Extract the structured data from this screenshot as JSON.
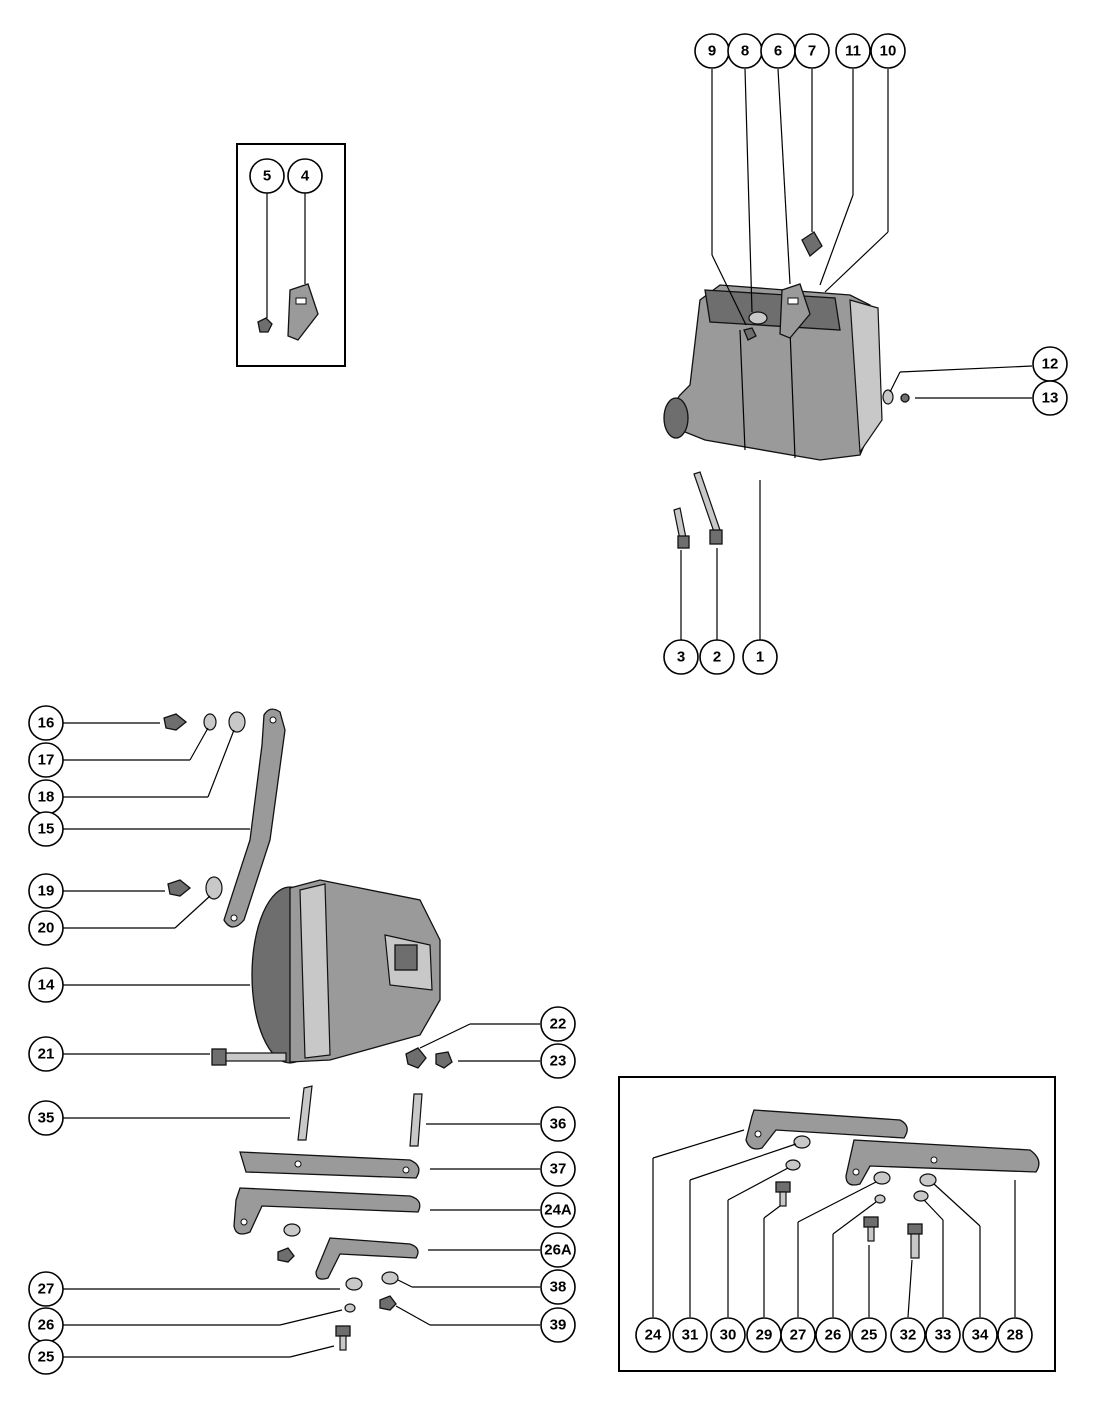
{
  "callouts": {
    "c9": "9",
    "c8": "8",
    "c6": "6",
    "c7": "7",
    "c11": "11",
    "c10": "10",
    "c5": "5",
    "c4": "4",
    "c12": "12",
    "c13": "13",
    "c3": "3",
    "c2": "2",
    "c1": "1",
    "c16": "16",
    "c17": "17",
    "c18": "18",
    "c15": "15",
    "c19": "19",
    "c20": "20",
    "c14": "14",
    "c21": "21",
    "c22": "22",
    "c23": "23",
    "c35": "35",
    "c36": "36",
    "c37": "37",
    "c24A": "24A",
    "c26A": "26A",
    "c27L": "27",
    "c38": "38",
    "c26L": "26",
    "c39": "39",
    "c25L": "25",
    "r24": "24",
    "r31": "31",
    "r30": "30",
    "r29": "29",
    "r27": "27",
    "r26": "26",
    "r25": "25",
    "r32": "32",
    "r33": "33",
    "r34": "34",
    "r28": "28"
  }
}
